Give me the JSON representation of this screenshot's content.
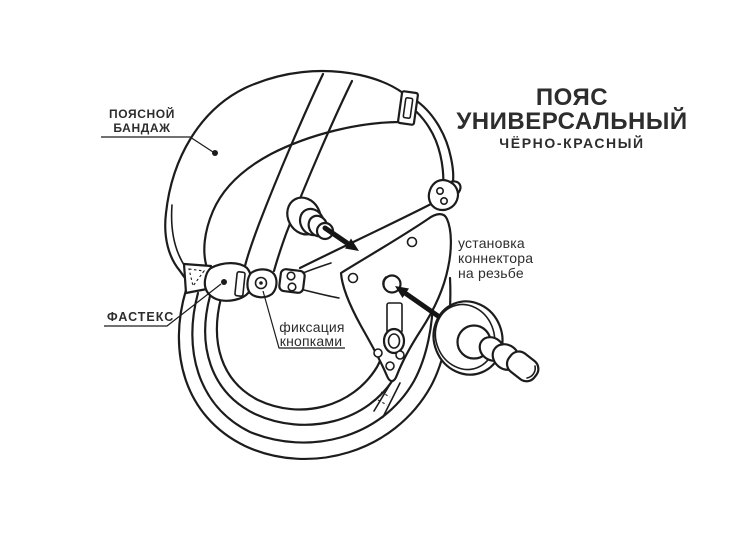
{
  "title": {
    "line1": "ПОЯС",
    "line2": "УНИВЕРСАЛЬНЫЙ",
    "line3": "ЧЁРНО-КРАСНЫЙ"
  },
  "callouts": {
    "waist_band_line1": "ПОЯСНОЙ",
    "waist_band_line2": "БАНДАЖ",
    "fastex": "ФАСТЕКС",
    "snap_fix_line1": "фиксация",
    "snap_fix_line2": "кнопками",
    "connector_line1": "установка",
    "connector_line2": "коннектора",
    "connector_line3": "на резьбе"
  },
  "colors": {
    "line": "#1c1c1c",
    "text": "#2d2d2d",
    "background": "#ffffff"
  }
}
